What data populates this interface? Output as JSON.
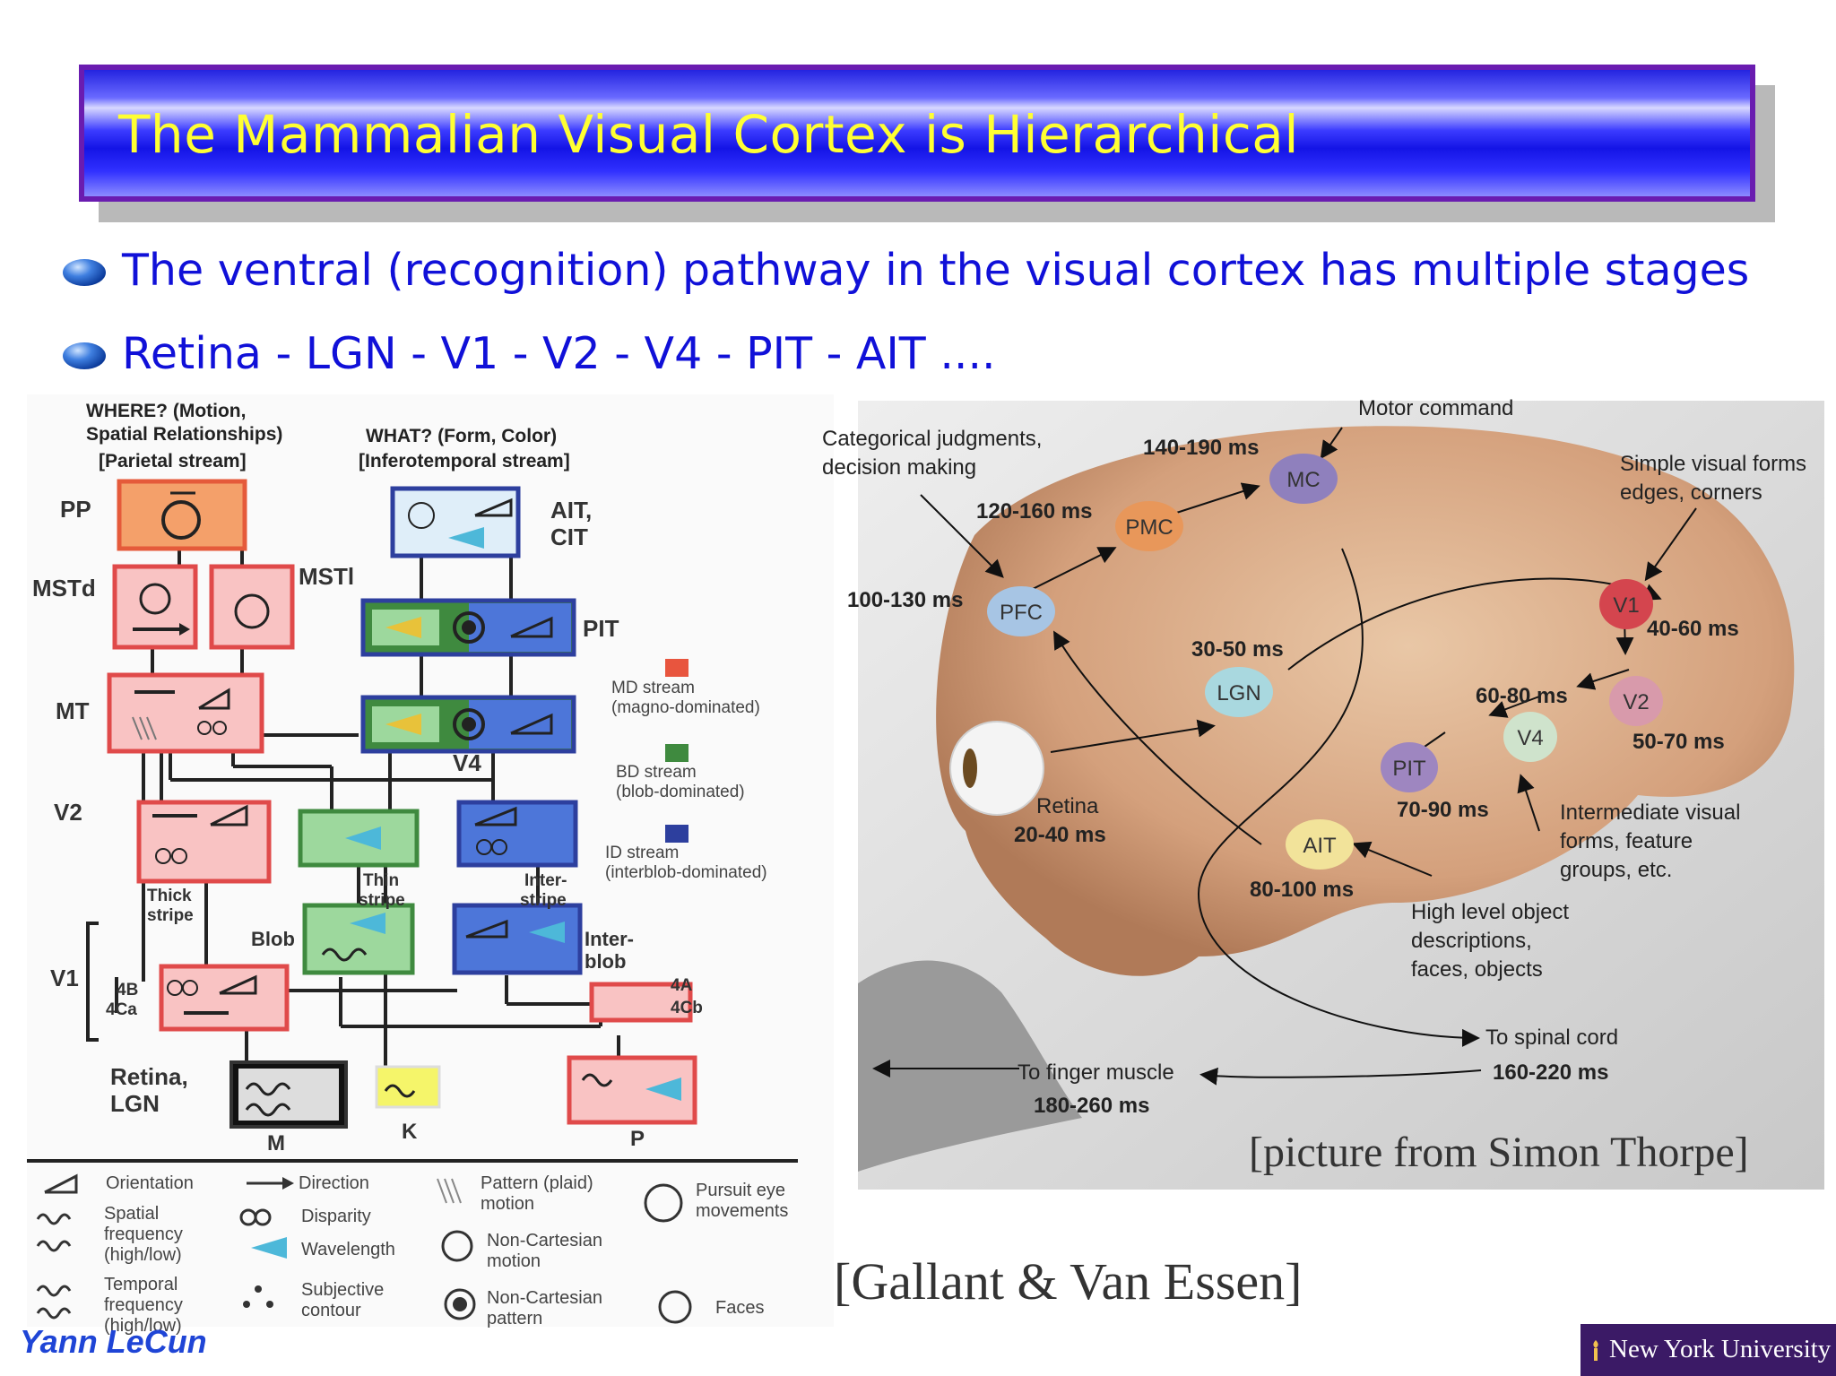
{
  "title": "The Mammalian Visual Cortex is Hierarchical",
  "bullets": [
    "The ventral (recognition) pathway in the visual cortex has multiple stages",
    "Retina - LGN - V1 - V2 - V4 - PIT - AIT ...."
  ],
  "left_diagram": {
    "headers": {
      "where": [
        "WHERE? (Motion,",
        "Spatial Relationships)",
        "[Parietal stream]"
      ],
      "what": [
        "WHAT? (Form, Color)",
        "[Inferotemporal stream]"
      ]
    },
    "areas": [
      "PP",
      "MSTd",
      "MSTl",
      "MT",
      "AIT,",
      "CIT",
      "PIT",
      "V4",
      "V2",
      "V1",
      "Retina,",
      "LGN"
    ],
    "sublabels": [
      "Thick",
      "stripe",
      "Thin",
      "stripe",
      "Inter-",
      "stripe",
      "Blob",
      "Inter-",
      "blob",
      "4B",
      "4Ca",
      "4A",
      "4Cb",
      "M",
      "K",
      "P"
    ],
    "streams": [
      {
        "name": "MD stream",
        "desc": "(magno-dominated)",
        "color": "#e8553e"
      },
      {
        "name": "BD stream",
        "desc": "(blob-dominated)",
        "color": "#3f8a3f"
      },
      {
        "name": "ID stream",
        "desc": "(interblob-dominated)",
        "color": "#2d3f9e"
      }
    ],
    "legend": {
      "orientation": "Orientation",
      "spatial": [
        "Spatial",
        "frequency",
        "(high/low)"
      ],
      "temporal": [
        "Temporal",
        "frequency",
        "(high/low)"
      ],
      "direction": "Direction",
      "disparity": "Disparity",
      "wavelength": "Wavelength",
      "subjective": [
        "Subjective",
        "contour"
      ],
      "pattern": [
        "Pattern (plaid)",
        "motion"
      ],
      "noncart_motion": [
        "Non-Cartesian",
        "motion"
      ],
      "noncart_pattern": [
        "Non-Cartesian",
        "pattern"
      ],
      "pursuit": [
        "Pursuit eye",
        "movements"
      ],
      "faces": "Faces"
    },
    "colors": {
      "orange": "#f28c4a",
      "pink": "#f6b4b4",
      "red_border": "#e04a4a",
      "green": "#3f8a3f",
      "blue": "#2d3f9e",
      "yellow": "#f5f56a"
    }
  },
  "right_diagram": {
    "nodes": [
      "MC",
      "PMC",
      "PFC",
      "LGN",
      "V1",
      "V2",
      "V4",
      "PIT",
      "AIT"
    ],
    "labels": {
      "motor": "Motor command",
      "categorical": [
        "Categorical judgments,",
        "decision making"
      ],
      "simple": [
        "Simple visual forms",
        "edges, corners"
      ],
      "intermediate": [
        "Intermediate visual",
        "forms, feature",
        "groups, etc."
      ],
      "high": [
        "High level object",
        "descriptions,",
        "faces, objects"
      ],
      "retina": "Retina",
      "spinal": "To spinal cord",
      "finger": "To finger muscle"
    },
    "times": {
      "mc": "140-190 ms",
      "pmc": "120-160 ms",
      "pfc": "100-130 ms",
      "lgn": "30-50 ms",
      "v1": "40-60 ms",
      "v2": "50-70 ms",
      "v4": "60-80 ms",
      "pit": "70-90 ms",
      "ait": "80-100 ms",
      "retina": "20-40 ms",
      "spinal": "160-220 ms",
      "finger": "180-260 ms"
    }
  },
  "captions": {
    "thorpe": "[picture from Simon Thorpe]",
    "gallant": "[Gallant & Van Essen]"
  },
  "author": "Yann LeCun",
  "university": "New York University"
}
